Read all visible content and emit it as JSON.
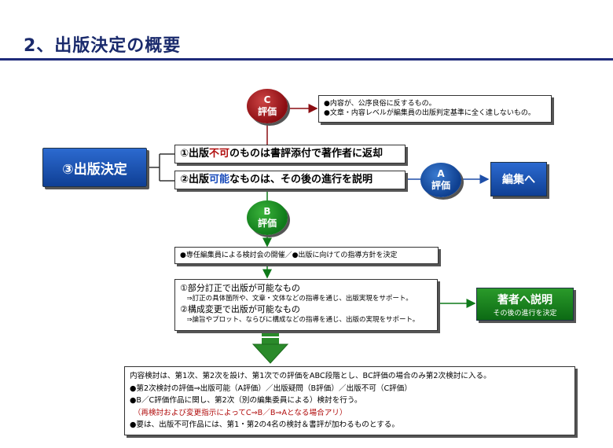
{
  "title": "2、出版決定の概要",
  "decision_box": "③出版決定",
  "option1": {
    "pre": "①出版",
    "hl": "不可",
    "post": "のものは書評添付で著作者に返却"
  },
  "option2": {
    "pre": "②出版",
    "hl": "可能",
    "post": "なものは、その後の進行を説明"
  },
  "circle_c": {
    "letter": "C",
    "label": "評価"
  },
  "circle_a": {
    "letter": "A",
    "label": "評価"
  },
  "circle_b": {
    "letter": "B",
    "label": "評価"
  },
  "c_notes": [
    "●内容が、公序良俗に反するもの。",
    "●文章・内容レベルが編集員の出版判定基準に全く達しないもの。"
  ],
  "to_edit": "編集へ",
  "step1": "●専任編集員による検討会の開催／●出版に向けての指導方針を決定",
  "step2": [
    "①部分訂正で出版が可能なもの",
    "　⇒訂正の具体箇所や、文章・文体などの指導を通じ、出版実現をサポート。",
    "②構成変更で出版が可能なもの",
    "　⇒論旨やプロット、ならびに構成などの指導を通じ、出版の実現をサポート。"
  ],
  "author_box": {
    "title": "著者へ説明",
    "sub": "その後の進行を決定"
  },
  "bottom": [
    "内容検討は、第1次、第2次を設け、第1次での評価をABC段階とし、BC評価の場合のみ第2次検討に入る。",
    "●第2次検討の評価⇒出版可能（A評価）／出版疑問（B評価）／出版不可（C評価）",
    "●B／C評価作品に関し、第2次（別の編集委員による）検討を行う。",
    "　（再検討および変更指示によってC⇒B／B⇒Aとなる場合アリ）",
    "●要は、出版不可作品には、第1・第2の4名の検討＆書評が加わるものとする。"
  ],
  "colors": {
    "navy": "#1e2b7a",
    "red_circle": "#8b0d12",
    "blue_circle": "#0e3f8f",
    "green_circle": "#0f7a1a",
    "hl_red": "#b10d0d"
  }
}
